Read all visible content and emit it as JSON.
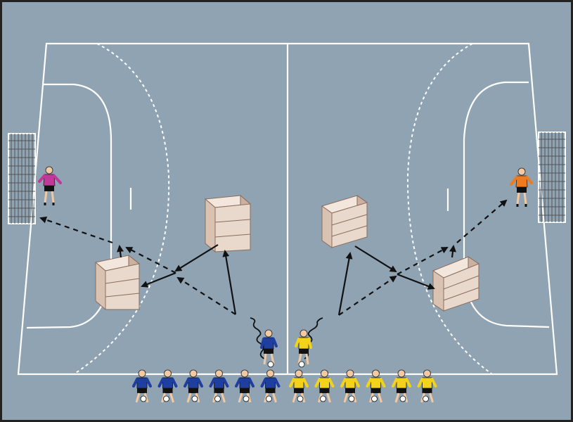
{
  "colors": {
    "frame_border": "#222222",
    "court_floor": "#8fa3b3",
    "court_lines": "#ffffff",
    "box_face": "#e9d8cc",
    "box_side": "#cbb1a0",
    "box_edge": "#8a6d5c",
    "team_blue": "#1f3fa0",
    "team_yellow": "#f2d21b",
    "goalkeeper_left": "#c0389a",
    "goalkeeper_right": "#f07a1e",
    "shorts": "#111111",
    "skin": "#f2c9a2",
    "arrows": "#111111"
  },
  "court": {
    "halves": [
      "left",
      "right"
    ],
    "goals": [
      "left-goal",
      "right-goal"
    ]
  },
  "obstacles": [
    {
      "id": "left-upper",
      "tiers": 3
    },
    {
      "id": "left-lower",
      "tiers": 3
    },
    {
      "id": "right-upper",
      "tiers": 3
    },
    {
      "id": "right-lower",
      "tiers": 3
    }
  ],
  "players": {
    "goalkeepers": [
      {
        "side": "left",
        "jersey": "magenta"
      },
      {
        "side": "right",
        "jersey": "orange"
      }
    ],
    "active": [
      {
        "side": "left",
        "team": "blue",
        "role": "dribbling"
      },
      {
        "side": "right",
        "team": "yellow",
        "role": "dribbling"
      }
    ],
    "waiting_line": [
      {
        "team": "blue",
        "count": 6
      },
      {
        "team": "yellow",
        "count": 6
      }
    ]
  },
  "arrows": {
    "pass": "solid",
    "run": "dashed",
    "dribble": "wavy"
  }
}
